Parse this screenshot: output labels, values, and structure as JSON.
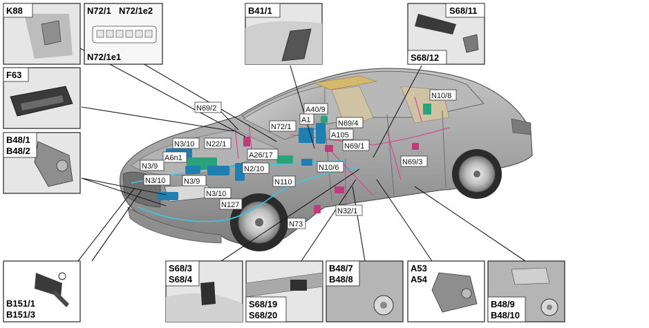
{
  "insets": {
    "k88": [
      "K88"
    ],
    "n72": [
      "N72/1",
      "N72/1e2",
      "N72/1e1"
    ],
    "b41": [
      "B41/1"
    ],
    "s68_11": [
      "S68/11",
      "S68/12"
    ],
    "f63": [
      "F63"
    ],
    "b48_1": [
      "B48/1",
      "B48/2"
    ],
    "b151": [
      "B151/1",
      "B151/3"
    ],
    "s68_3": [
      "S68/3",
      "S68/4"
    ],
    "s68_19": [
      "S68/19",
      "S68/20"
    ],
    "b48_7": [
      "B48/7",
      "B48/8"
    ],
    "a53": [
      "A53",
      "A54"
    ],
    "b48_9": [
      "B48/9",
      "B48/10"
    ]
  },
  "callouts": {
    "n69_2": "N69/2",
    "n72_1": "N72/1",
    "a1": "A1",
    "a40_9": "A40/9",
    "n69_4": "N69/4",
    "a105": "A105",
    "n69_1": "N69/1",
    "n10_8": "N10/8",
    "n69_3": "N69/3",
    "n3_10_a": "N3/10",
    "n22_1": "N22/1",
    "a6n1": "A6n1",
    "a26_17": "A26/17",
    "n3_9_a": "N3/9",
    "n2_10": "N2/10",
    "n10_6": "N10/6",
    "n3_9_b": "N3/9",
    "n110": "N110",
    "n3_10_b": "N3/10",
    "n3_10_c": "N3/10",
    "n127": "N127",
    "n32_1": "N32/1",
    "n73": "N73"
  },
  "colors": {
    "module_blue": "#1f7fb0",
    "module_green": "#2aa37a",
    "module_pink": "#c0397a",
    "wire_cyan": "#3cc7e6",
    "wire_pink": "#d24a8c",
    "car_body": "#a8a8a8"
  }
}
